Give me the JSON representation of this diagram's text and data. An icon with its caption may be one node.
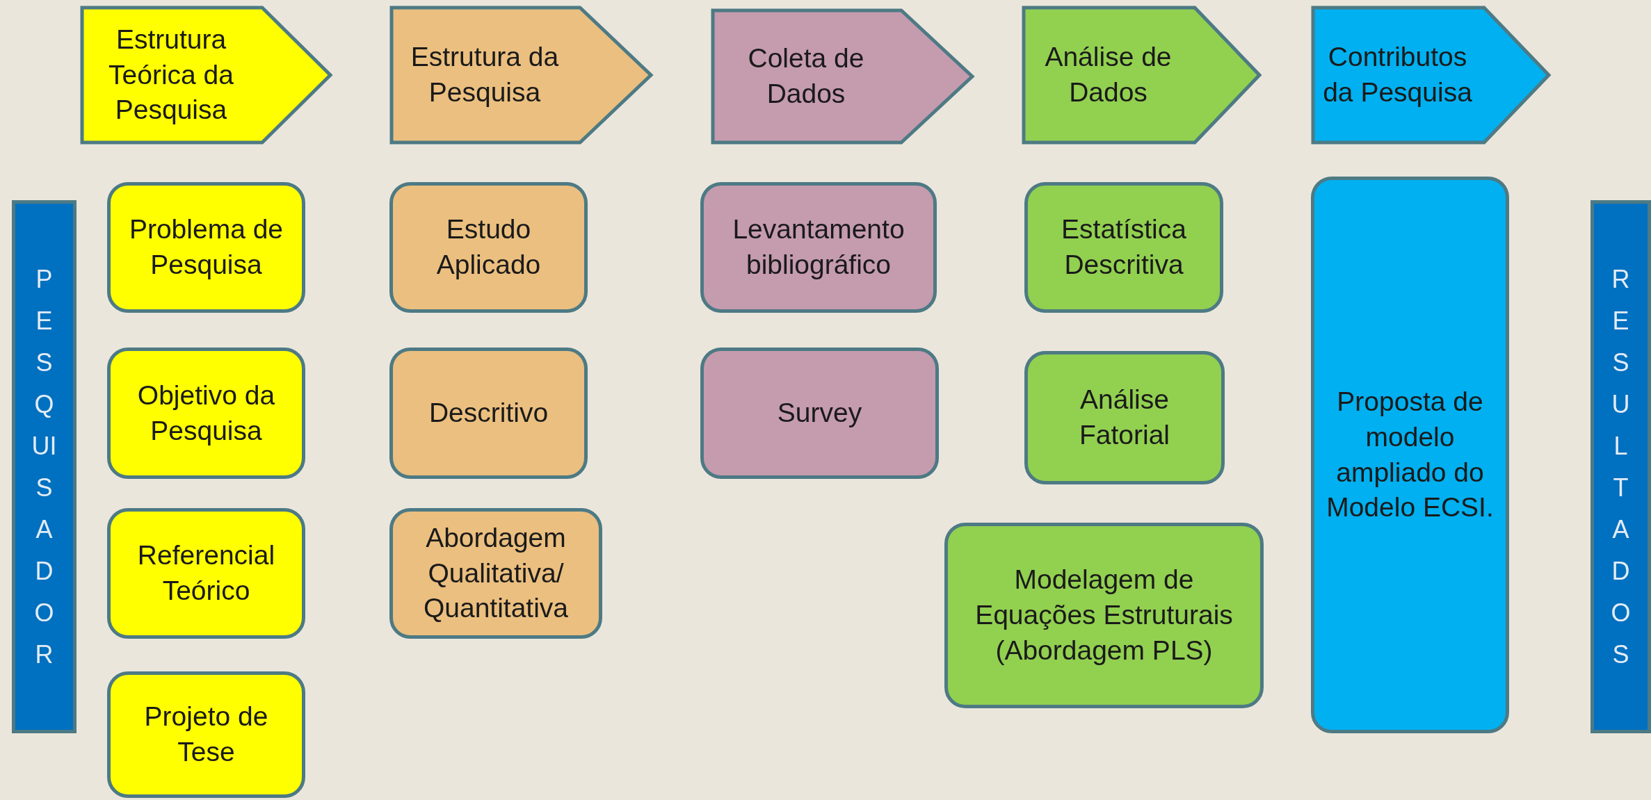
{
  "diagram": {
    "nodes": [
      {
        "text": [
          "Estrutura Teórica da Pesquisa"
        ]
      },
      {
        "text": [
          "Estrutura da Pesquisa"
        ]
      },
      {
        "text": [
          "Coleta de Dados"
        ]
      },
      {
        "text": [
          "Análise de Dados"
        ]
      },
      {
        "text": [
          "Contributos da Pesquisa"
        ]
      },
      {
        "text": [
          "PESQUISADOR"
        ]
      },
      {
        "text": [
          "Problema de Pesquisa"
        ]
      },
      {
        "text": [
          "Objetivo da Pesquisa"
        ]
      },
      {
        "text": [
          "Referencial Teórico"
        ]
      },
      {
        "text": [
          "Projeto de Tese"
        ]
      },
      {
        "text": [
          "Estudo Aplicado"
        ]
      },
      {
        "text": [
          "Descritivo"
        ]
      },
      {
        "text": [
          "Abordagem Qualitativa/ Quantitativa"
        ]
      },
      {
        "text": [
          "Levantamento bibliográfico"
        ]
      },
      {
        "text": [
          "Survey"
        ]
      },
      {
        "text": [
          "Estatística Descritiva"
        ]
      },
      {
        "text": [
          "Análise Fatorial"
        ]
      },
      {
        "text": [
          "Modelagem de Equações Estruturais (Abordagem PLS)"
        ]
      },
      {
        "text": [
          "Proposta de modelo ampliado do Modelo ECSI."
        ]
      },
      {
        "text": [
          "RESULTADOS"
        ]
      }
    ]
  }
}
